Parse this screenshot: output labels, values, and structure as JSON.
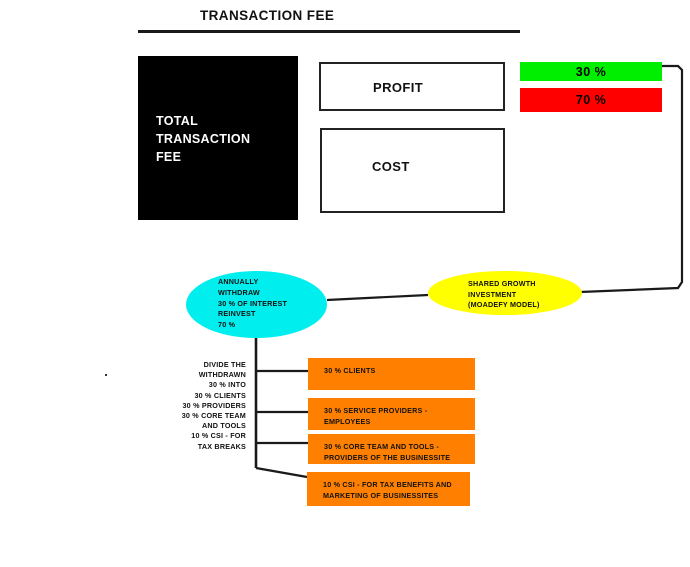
{
  "title": {
    "text": "TRANSACTION FEE"
  },
  "boxes": {
    "total_fee": "TOTAL\nTRANSACTION\nFEE",
    "profit": "PROFIT",
    "cost": "COST"
  },
  "percentages": {
    "green": "30 %",
    "red": "70 %"
  },
  "nodes": {
    "withdraw": "ANNUALLY\nWITHDRAW\n30 % OF INTEREST\nREINVEST\n70 %",
    "growth": "SHARED GROWTH\nINVESTMENT\n(MOADEFY MODEL)"
  },
  "divide_note": "DIVIDE THE\nWITHDRAWN\n30 % INTO\n30 % CLIENTS\n30 % PROVIDERS\n30 % CORE TEAM\nAND TOOLS\n10 % CSI - FOR\nTAX BREAKS",
  "allocations": [
    {
      "label": "30 % CLIENTS"
    },
    {
      "label": "30 % SERVICE PROVIDERS -\nEMPLOYEES"
    },
    {
      "label": "30 % CORE TEAM AND TOOLS -\nPROVIDERS OF THE BUSINESSITE"
    },
    {
      "label": "10 % CSI - FOR TAX BENEFITS AND\nMARKETING OF BUSINESSITES"
    }
  ],
  "colors": {
    "total_fee_bg": "#000000",
    "green_chip": "#00ee00",
    "red_chip": "#ff0000",
    "withdraw_ellipse": "#00eeee",
    "growth_ellipse": "#ffff00",
    "allocation_box": "#ff8000",
    "stroke": "#1a1a1a"
  }
}
